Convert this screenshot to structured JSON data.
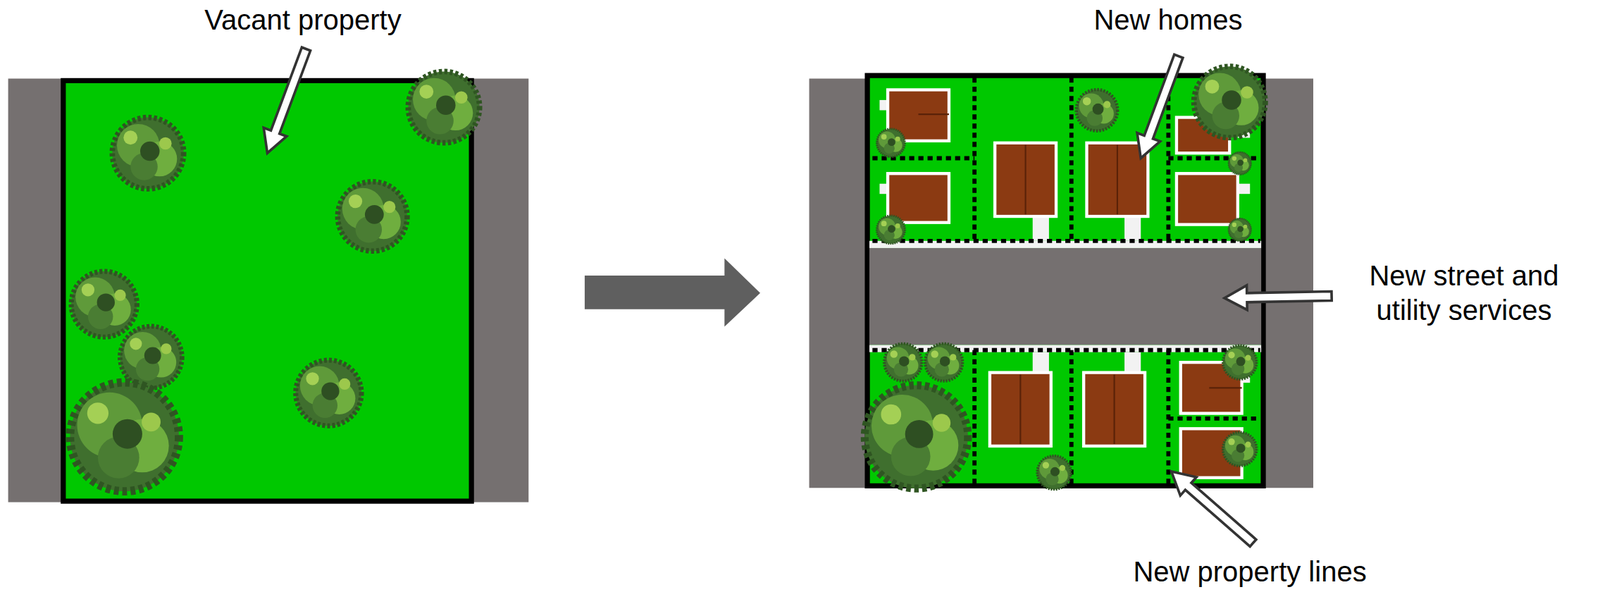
{
  "diagram": {
    "labels": [
      "Vacant property",
      "New homes",
      "New street and utility services",
      "New property lines"
    ]
  }
}
